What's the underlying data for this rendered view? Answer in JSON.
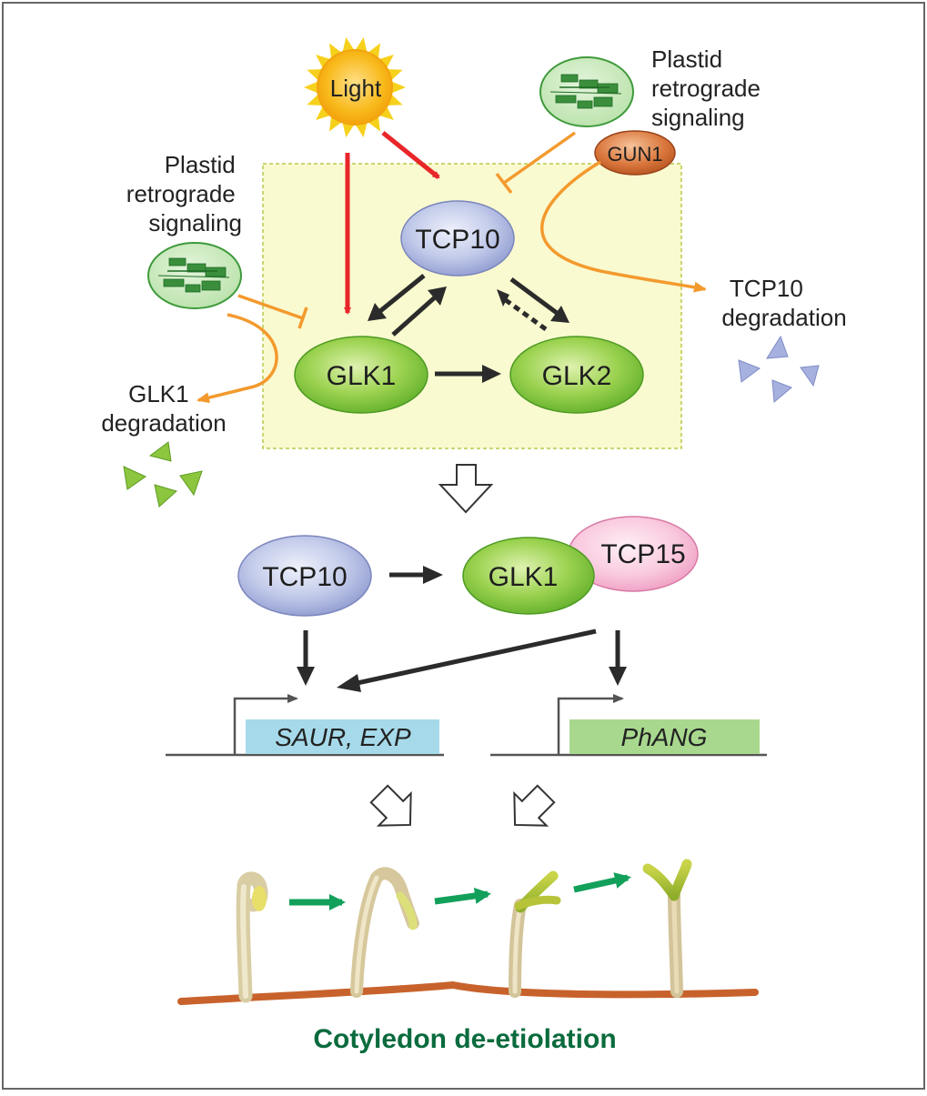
{
  "labels": {
    "light": "Light",
    "prs_right": [
      "Plastid",
      "retrograde",
      "signaling"
    ],
    "prs_left": [
      "Plastid",
      "retrograde",
      "signaling"
    ],
    "gun1": "GUN1",
    "tcp10_top": "TCP10",
    "glk1_top": "GLK1",
    "glk2": "GLK2",
    "tcp10_degradation": [
      "TCP10",
      "degradation"
    ],
    "glk1_degradation": [
      "GLK1",
      "degradation"
    ],
    "tcp10_bottom": "TCP10",
    "glk1_bottom": "GLK1",
    "tcp15": "TCP15",
    "gene_left": "SAUR, EXP",
    "gene_right": "PhANG",
    "title": "Cotyledon de-etiolation"
  },
  "colors": {
    "light_arrow": "#e8262a",
    "retrograde_line": "#f39a2e",
    "regulation_arrow": "#2b2b2b",
    "stage_arrow": "#12a05a",
    "box_fill": "#fafad0",
    "title": "#0a6b3d"
  }
}
